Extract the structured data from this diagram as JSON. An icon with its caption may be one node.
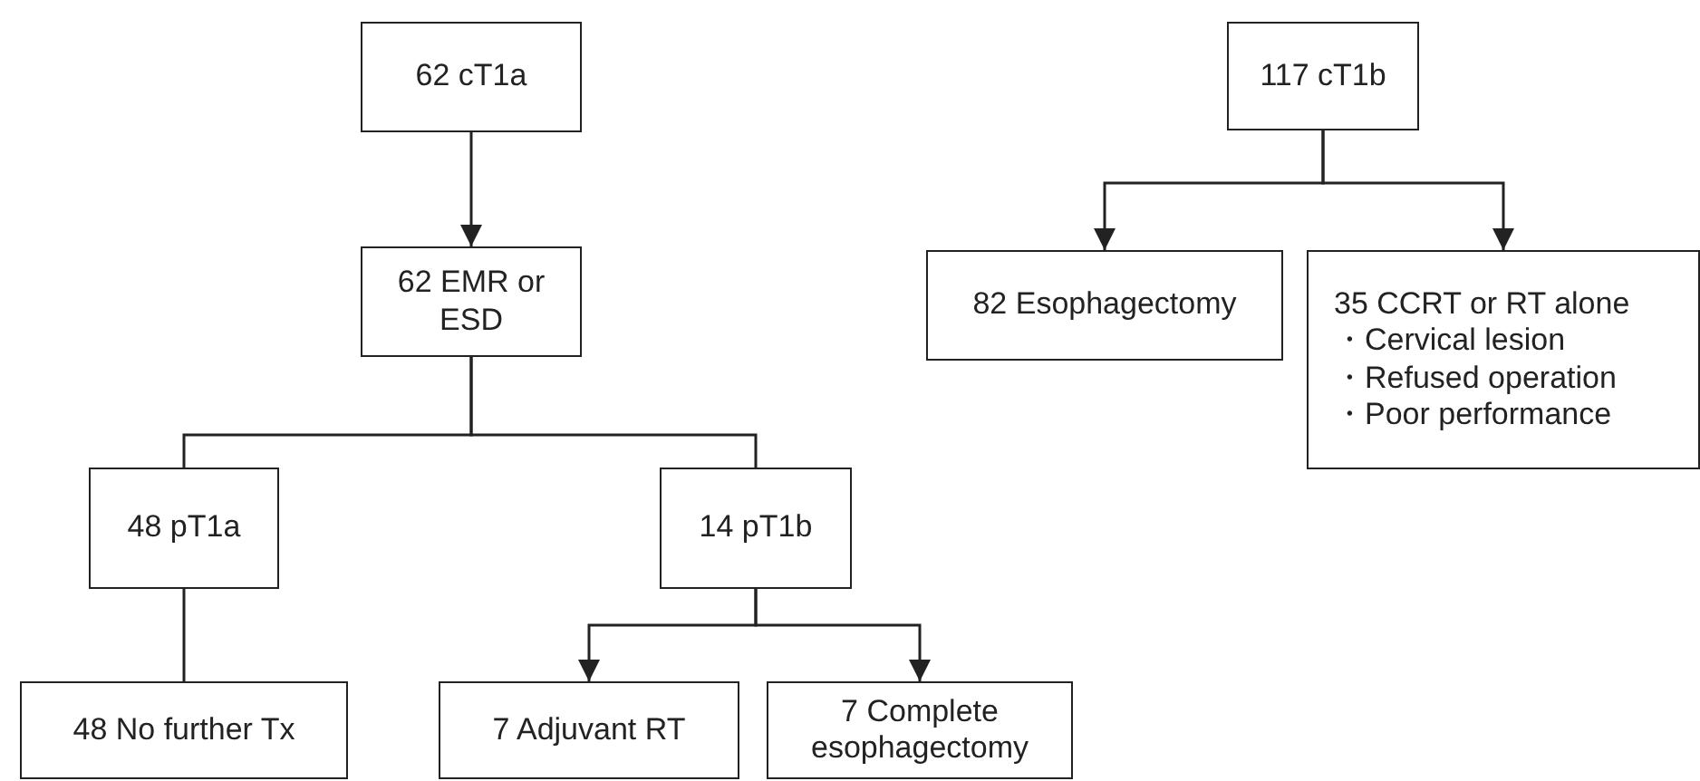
{
  "diagram": {
    "nodes": [
      {
        "text": [
          "62 cT1a"
        ]
      },
      {
        "text": [
          "62 EMR or ESD"
        ]
      },
      {
        "text": [
          "48 pT1a"
        ]
      },
      {
        "text": [
          "48 No further Tx"
        ]
      },
      {
        "text": [
          "14 pT1b"
        ]
      },
      {
        "text": [
          "7 Adjuvant RT"
        ]
      },
      {
        "text": [
          "7 Complete esophagectomy"
        ]
      },
      {
        "text": [
          "117 cT1b"
        ]
      },
      {
        "text": [
          "82 Esophagectomy"
        ]
      },
      {
        "text": [
          "35 CCRT or RT alone",
          "・Cervical lesion",
          "・Refused operation",
          "・Poor performance"
        ]
      }
    ],
    "edges": [
      {
        "from": 0,
        "to": 1,
        "arrow": "to"
      },
      {
        "from": 1,
        "to": 2,
        "arrow": "none"
      },
      {
        "from": 1,
        "to": 4,
        "arrow": "none"
      },
      {
        "from": 2,
        "to": 3,
        "arrow": "none"
      },
      {
        "from": 4,
        "to": 5,
        "arrow": "to"
      },
      {
        "from": 4,
        "to": 6,
        "arrow": "to"
      },
      {
        "from": 7,
        "to": 8,
        "arrow": "to"
      },
      {
        "from": 7,
        "to": 9,
        "arrow": "to"
      }
    ]
  }
}
